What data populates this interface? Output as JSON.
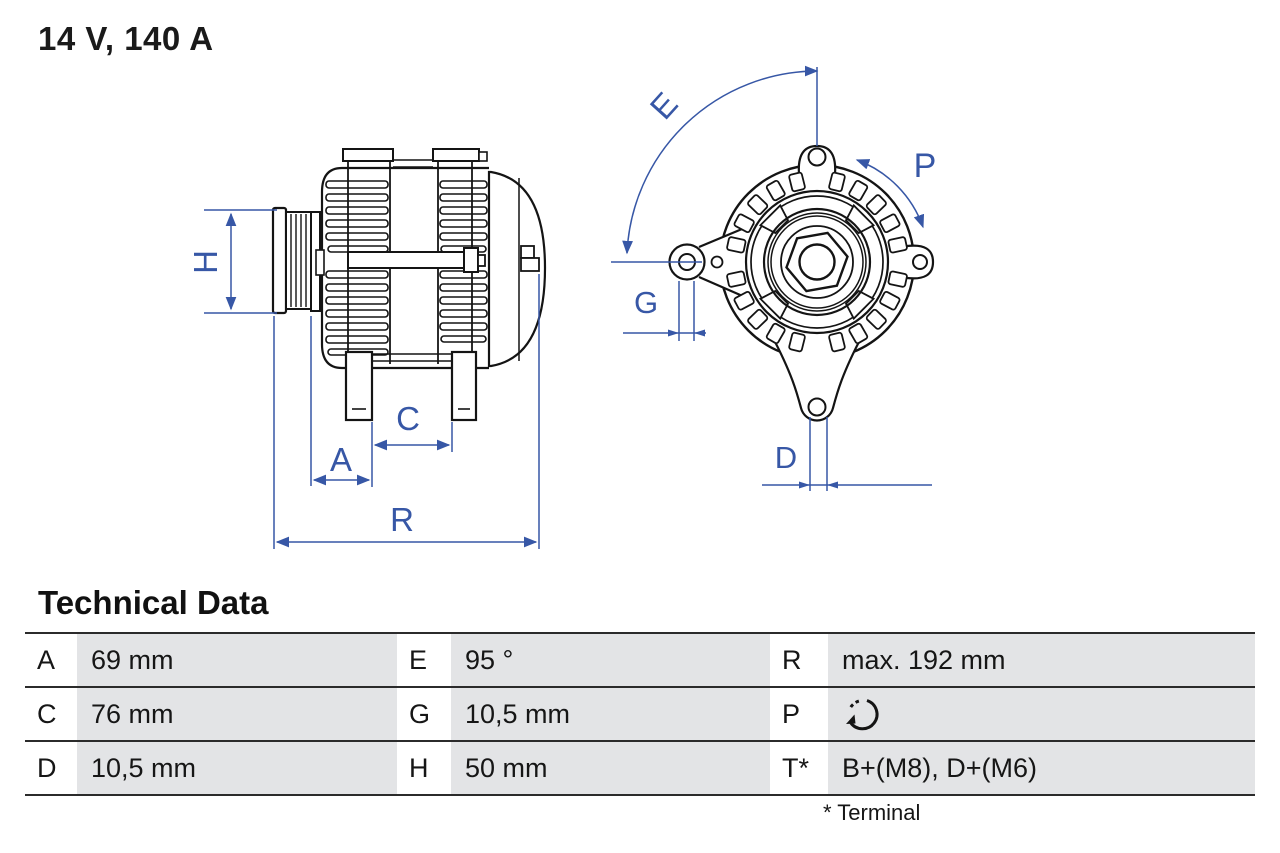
{
  "title": "14 V, 140 A",
  "diagram": {
    "labels": {
      "H": "H",
      "A": "A",
      "C": "C",
      "R": "R",
      "E": "E",
      "G": "G",
      "P": "P",
      "D": "D"
    }
  },
  "table": {
    "heading": "Technical Data",
    "rows": [
      [
        {
          "key": "A",
          "value": "69 mm"
        },
        {
          "key": "E",
          "value": "95 °"
        },
        {
          "key": "R",
          "value": "max. 192 mm"
        }
      ],
      [
        {
          "key": "C",
          "value": "76 mm"
        },
        {
          "key": "G",
          "value": "10,5 mm"
        },
        {
          "key": "P",
          "value": "",
          "icon": "rotation-arrow-icon"
        }
      ],
      [
        {
          "key": "D",
          "value": "10,5 mm"
        },
        {
          "key": "H",
          "value": "50 mm"
        },
        {
          "key": "T*",
          "value": "B+(M8), D+(M6)"
        }
      ]
    ],
    "footnote": "* Terminal"
  },
  "colors": {
    "dimension_blue": "#3757a6",
    "line_black": "#141414",
    "cell_gray": "#e3e4e6"
  }
}
